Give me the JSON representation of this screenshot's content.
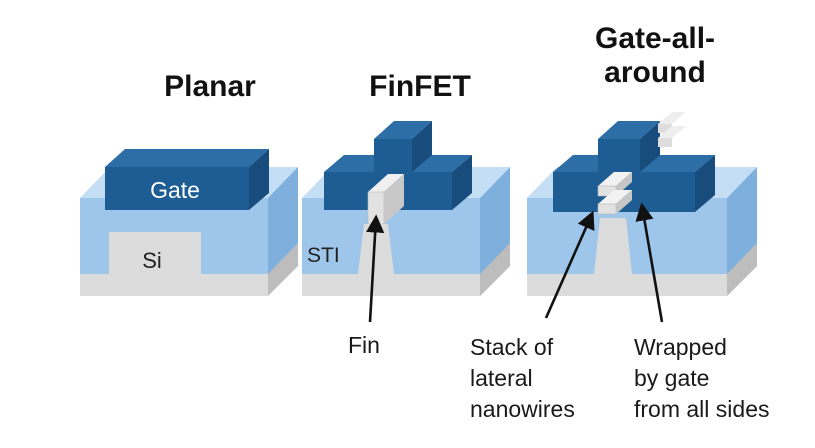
{
  "titles": {
    "planar": "Planar",
    "finfet": "FinFET",
    "gaa_line1": "Gate-all-",
    "gaa_line2": "around"
  },
  "block_labels": {
    "gate": "Gate",
    "si": "Si",
    "sti": "STI"
  },
  "annotations": {
    "fin": "Fin",
    "stack_lines": [
      "Stack of",
      "lateral",
      "nanowires"
    ],
    "wrapped_lines": [
      "Wrapped",
      "by gate",
      "from all sides"
    ]
  },
  "colors": {
    "gate_front": "#1d5d94",
    "gate_top": "#2d6ea7",
    "gate_side": "#174c7c",
    "oxide_front": "#9ec6ea",
    "oxide_top": "#c4def5",
    "oxide_side": "#7fb0dd",
    "si_front": "#dcdcdc",
    "si_top": "#ececec",
    "si_side": "#bdbdbd",
    "arrow": "#111111"
  }
}
